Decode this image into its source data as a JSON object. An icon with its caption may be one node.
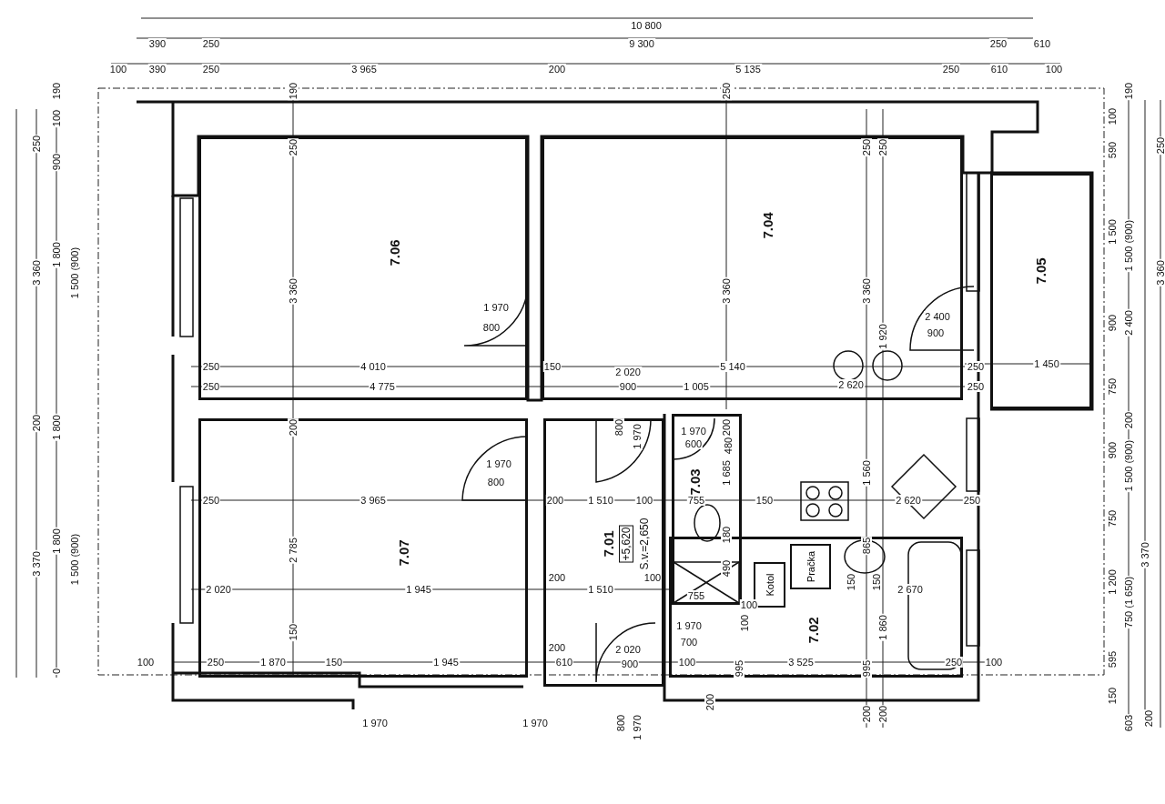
{
  "diagram": {
    "nodes": [
      {
        "text": [
          "7.06"
        ]
      },
      {
        "text": [
          "7.04"
        ]
      },
      {
        "text": [
          "7.05"
        ]
      },
      {
        "text": [
          "7.07"
        ]
      },
      {
        "text": [
          "7.01",
          "+5,620",
          "S.v.=2,650"
        ]
      },
      {
        "text": [
          "7.03"
        ]
      },
      {
        "text": [
          "7.02"
        ]
      },
      {
        "text": [
          "Pračka"
        ],
        "in": 6
      },
      {
        "text": [
          "Kotol"
        ],
        "in": 6
      }
    ],
    "labels": [
      "10 800",
      "390",
      "250",
      "9 300",
      "250",
      "610",
      "100",
      "390",
      "250",
      "3 965",
      "200",
      "5 135",
      "250",
      "610",
      "100",
      "190",
      "100",
      "250",
      "900",
      "3 360",
      "1 800",
      "1 500 (900)",
      "200",
      "1 800",
      "3 370",
      "1 800",
      "1 500 (900)",
      "0",
      "190",
      "100",
      "590",
      "250",
      "1 500",
      "1 500 (900)",
      "3 360",
      "900",
      "2 400",
      "750",
      "200",
      "900",
      "1 500 (900)",
      "750",
      "3 370",
      "1 200",
      "750 (1 650)",
      "595",
      "150",
      "603",
      "200",
      "190",
      "250",
      "250",
      "3 360",
      "800",
      "1 970",
      "3 360",
      "250",
      "250",
      "3 360",
      "1 920",
      "900",
      "2 400",
      "250",
      "4 010",
      "150",
      "5 140",
      "250",
      "1 450",
      "250",
      "4 775",
      "2 020",
      "900",
      "1 005",
      "2 620",
      "250",
      "200",
      "800",
      "1 970",
      "480",
      "1 970",
      "600",
      "200",
      "1 685",
      "800",
      "1 970",
      "1 560",
      "250",
      "3 965",
      "200",
      "1 510",
      "100",
      "755",
      "150",
      "2 620",
      "250",
      "2 785",
      "200",
      "100",
      "180",
      "490",
      "755",
      "150",
      "150",
      "2 020",
      "1 945",
      "1 510",
      "100",
      "865",
      "2 670",
      "1 860",
      "1 970",
      "700",
      "200",
      "150",
      "100",
      "995",
      "995",
      "100",
      "250",
      "1 870",
      "150",
      "1 945",
      "610",
      "2 020",
      "900",
      "100",
      "3 525",
      "250",
      "100",
      "1 970",
      "1 970",
      "800",
      "1 970",
      "200",
      "200",
      "200"
    ]
  }
}
